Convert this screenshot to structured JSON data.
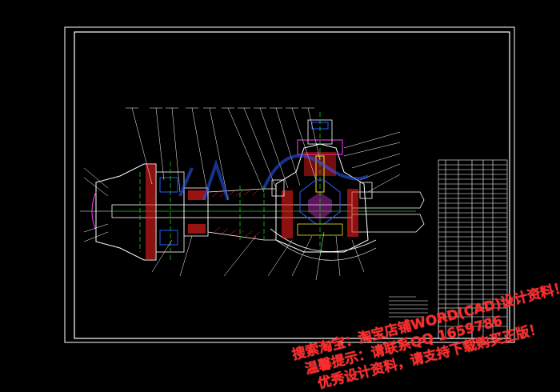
{
  "drawing": {
    "background": "#000000",
    "frame_color": "#ffffff",
    "accent_colors": {
      "red": "#ff2020",
      "green": "#18c818",
      "yellow": "#e8e820",
      "blue": "#2a5cff",
      "magenta": "#ff40ff"
    }
  },
  "watermark": {
    "line1": "搜索淘宝：淘宝店铺WORD(CAD)设计资料！",
    "line2": "温馨提示：请联系QQ 1659786",
    "line3": "优秀设计资料，请支持下载购买正版！",
    "color": "#ff2a2a"
  }
}
